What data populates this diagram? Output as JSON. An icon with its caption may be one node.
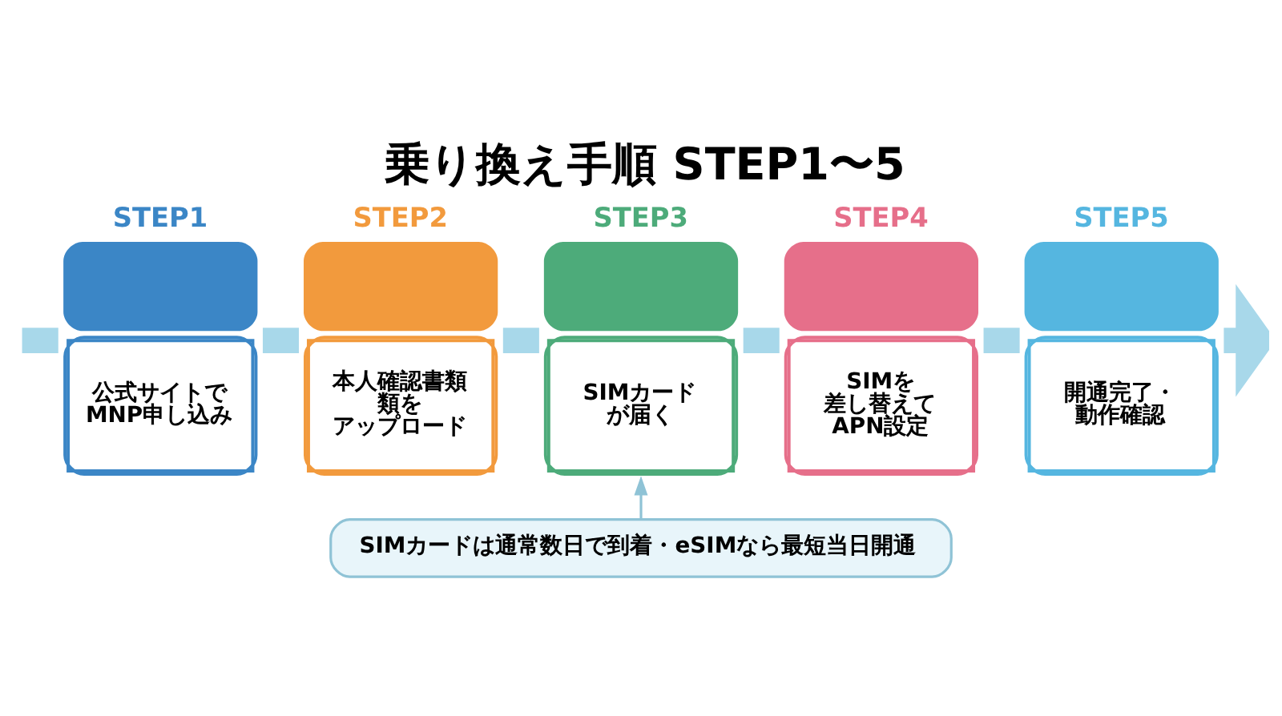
{
  "diagram": {
    "title": "乗り換え手順 STEP1〜5",
    "nodes": [
      {
        "text": [
          "STEP1",
          "公式サイトでMNP申し込み"
        ]
      },
      {
        "text": [
          "STEP2",
          "本人確認書類類をアップロード"
        ]
      },
      {
        "text": [
          "STEP3",
          "SIMカードが届く"
        ]
      },
      {
        "text": [
          "STEP4",
          "SIMを差し替えてAPN設定"
        ]
      },
      {
        "text": [
          "STEP5",
          "開通完了・動作確認"
        ]
      },
      {
        "text": [
          "SIMカードは通常数日で到着・eSIMなら最短当日開通"
        ]
      }
    ],
    "edges": [
      {
        "from": null,
        "to": 0,
        "arrow": "none"
      },
      {
        "from": 0,
        "to": 1,
        "arrow": "none"
      },
      {
        "from": 1,
        "to": 2,
        "arrow": "none"
      },
      {
        "from": 2,
        "to": 3,
        "arrow": "none"
      },
      {
        "from": 3,
        "to": 4,
        "arrow": "none"
      },
      {
        "from": 4,
        "to": null,
        "arrow": "to"
      },
      {
        "from": 5,
        "to": 2,
        "arrow": "to",
        "color": "#8fc3d6"
      }
    ]
  }
}
